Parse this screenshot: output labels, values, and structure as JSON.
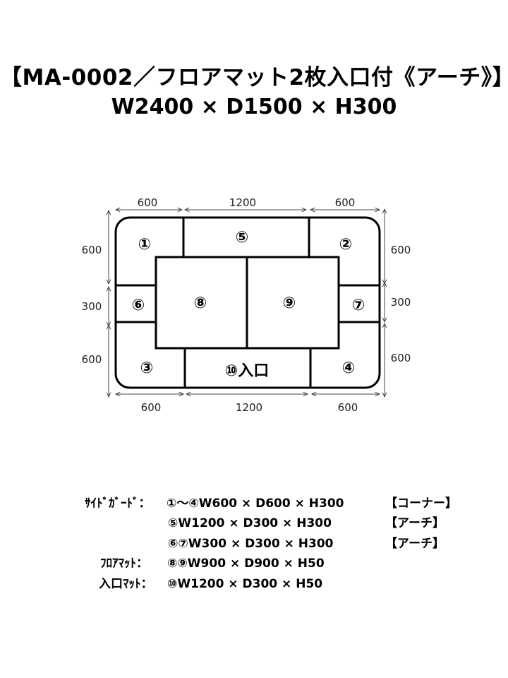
{
  "title": {
    "line1": "【MA-0002／フロアマット2枚入口付《アーチ》】",
    "line2": "W2400 × D1500 × H300"
  },
  "diagram": {
    "top_dims": [
      "600",
      "1200",
      "600"
    ],
    "bottom_dims": [
      "600",
      "1200",
      "600"
    ],
    "left_dims": [
      "600",
      "300",
      "600"
    ],
    "right_dims": [
      "600",
      "300",
      "600"
    ],
    "pieces": {
      "p1": "①",
      "p2": "②",
      "p3": "③",
      "p4": "④",
      "p5": "⑤",
      "p6": "⑥",
      "p7": "⑦",
      "p8": "⑧",
      "p9": "⑨",
      "p10": "⑩入口"
    }
  },
  "specs": [
    {
      "label": "ｻｲﾄﾞｶﾞｰﾄﾞ：",
      "detail": "①～④W600 × D600 × H300",
      "tag": "【コーナー】"
    },
    {
      "label": "",
      "detail": "⑤W1200 × D300 × H300",
      "tag": "【アーチ】"
    },
    {
      "label": "",
      "detail": "⑥⑦W300 × D300 × H300",
      "tag": "【アーチ】"
    },
    {
      "label": "ﾌﾛｱﾏｯﾄ：",
      "detail": "⑧⑨W900 × D900 × H50",
      "tag": ""
    },
    {
      "label": "入口ﾏｯﾄ：",
      "detail": "⑩W1200 × D300 × H50",
      "tag": ""
    }
  ]
}
